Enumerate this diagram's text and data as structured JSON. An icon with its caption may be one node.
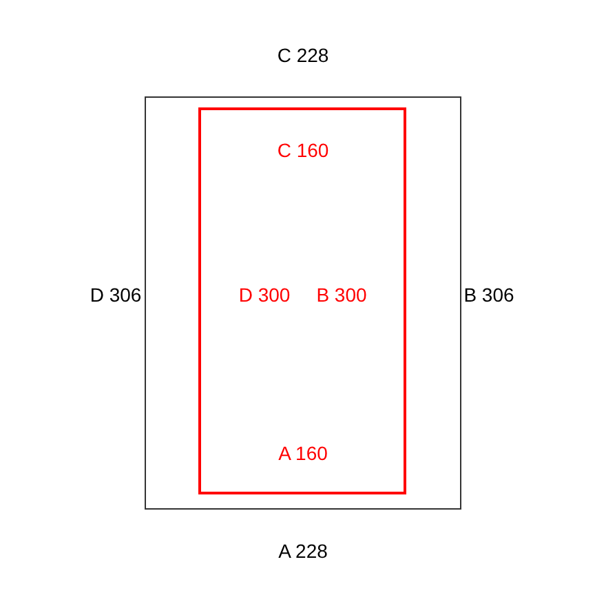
{
  "diagram": {
    "labels": [
      "C 228",
      "C 160",
      "D 306",
      "D 300",
      "B 300",
      "B 306",
      "A 160",
      "A 228"
    ]
  }
}
